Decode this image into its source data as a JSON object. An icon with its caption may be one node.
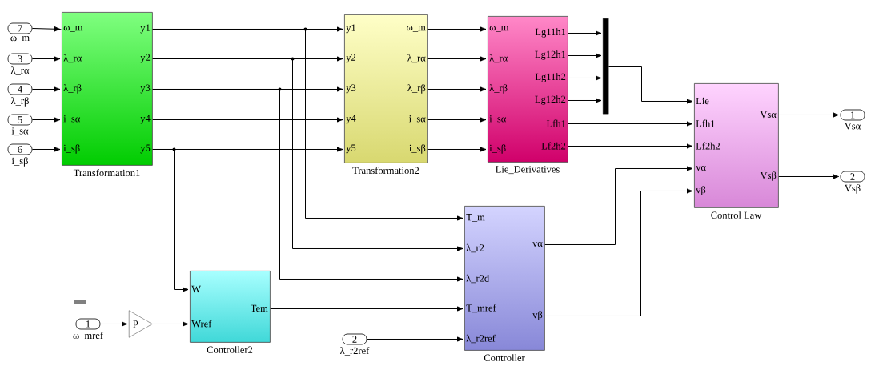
{
  "diagram": {
    "nodes": [
      {
        "text": [
          "7"
        ],
        "beside": [
          "ω_m"
        ]
      },
      {
        "text": [
          "3"
        ],
        "beside": [
          "λ_rα"
        ]
      },
      {
        "text": [
          "4"
        ],
        "beside": [
          "λ_rβ"
        ]
      },
      {
        "text": [
          "5"
        ],
        "beside": [
          "i_sα"
        ]
      },
      {
        "text": [
          "6"
        ],
        "beside": [
          "i_sβ"
        ]
      },
      {
        "text": [
          "ω_m",
          "λ_rα",
          "λ_rβ",
          "i_sα",
          "i_sβ",
          "y1",
          "y2",
          "y3",
          "y4",
          "y5"
        ],
        "beside": [
          "Transformation1"
        ]
      },
      {
        "text": [
          "y1",
          "y2",
          "y3",
          "y4",
          "y5",
          "ω_m",
          "λ_rα",
          "λ_rβ",
          "i_sα",
          "i_sβ"
        ],
        "beside": [
          "Transformation2"
        ]
      },
      {
        "text": [
          "ω_m",
          "λ_rα",
          "λ_rβ",
          "i_sα",
          "i_sβ",
          "Lg11h1",
          "Lg12h1",
          "Lg11h2",
          "Lg12h2",
          "Lfh1",
          "Lf2h2"
        ],
        "beside": [
          "Lie_Derivatives"
        ]
      },
      {
        "text": [],
        "shape": "bar"
      },
      {
        "text": [
          "Lie",
          "Lfh1",
          "Lf2h2",
          "vα",
          "vβ",
          "Vsα",
          "Vsβ"
        ],
        "beside": [
          "Control Law"
        ]
      },
      {
        "text": [
          "1"
        ],
        "beside": [
          "Vsα"
        ]
      },
      {
        "text": [
          "2"
        ],
        "beside": [
          "Vsβ"
        ]
      },
      {
        "text": [
          "T_m",
          "λ_r2",
          "λ_r2d",
          "T_mref",
          "λ_r2ref",
          "vα",
          "vβ"
        ],
        "beside": [
          "Controller"
        ]
      },
      {
        "text": [
          "W",
          "Wref",
          "Tem"
        ],
        "beside": [
          "Controller2"
        ]
      },
      {
        "text": [
          "1"
        ],
        "beside": [
          "ω_mref"
        ]
      },
      {
        "text": [
          "p"
        ]
      },
      {
        "text": [
          "2"
        ],
        "beside": [
          "λ_r2ref"
        ]
      }
    ],
    "edges": [
      {
        "from": 0,
        "to": 5,
        "arrow": "to"
      },
      {
        "from": 1,
        "to": 5,
        "arrow": "to"
      },
      {
        "from": 2,
        "to": 5,
        "arrow": "to"
      },
      {
        "from": 3,
        "to": 5,
        "arrow": "to"
      },
      {
        "from": 4,
        "to": 5,
        "arrow": "to"
      },
      {
        "from": 5,
        "to": 6,
        "arrow": "to"
      },
      {
        "from": 5,
        "to": 6,
        "arrow": "to"
      },
      {
        "from": 5,
        "to": 6,
        "arrow": "to"
      },
      {
        "from": 5,
        "to": 6,
        "arrow": "to"
      },
      {
        "from": 5,
        "to": 6,
        "arrow": "to"
      },
      {
        "from": 5,
        "to": 12,
        "arrow": "to"
      },
      {
        "from": 5,
        "to": 12,
        "arrow": "to"
      },
      {
        "from": 5,
        "to": 12,
        "arrow": "to"
      },
      {
        "from": 5,
        "to": 13,
        "arrow": "to"
      },
      {
        "from": 6,
        "to": 7,
        "arrow": "to"
      },
      {
        "from": 6,
        "to": 7,
        "arrow": "to"
      },
      {
        "from": 6,
        "to": 7,
        "arrow": "to"
      },
      {
        "from": 6,
        "to": 7,
        "arrow": "to"
      },
      {
        "from": 6,
        "to": 7,
        "arrow": "to"
      },
      {
        "from": 7,
        "to": 8,
        "arrow": "to"
      },
      {
        "from": 7,
        "to": 8,
        "arrow": "to"
      },
      {
        "from": 7,
        "to": 8,
        "arrow": "to"
      },
      {
        "from": 7,
        "to": 8,
        "arrow": "to"
      },
      {
        "from": 8,
        "to": 9,
        "arrow": "to"
      },
      {
        "from": 7,
        "to": 9,
        "arrow": "to"
      },
      {
        "from": 7,
        "to": 9,
        "arrow": "to"
      },
      {
        "from": 9,
        "to": 10,
        "arrow": "to"
      },
      {
        "from": 9,
        "to": 11,
        "arrow": "to"
      },
      {
        "from": 12,
        "to": 9,
        "arrow": "to"
      },
      {
        "from": 12,
        "to": 9,
        "arrow": "to"
      },
      {
        "from": 14,
        "to": 15,
        "arrow": "to"
      },
      {
        "from": 15,
        "to": 13,
        "arrow": "to"
      },
      {
        "from": 13,
        "to": 12,
        "arrow": "to"
      },
      {
        "from": 16,
        "to": 12,
        "arrow": "to"
      }
    ]
  }
}
